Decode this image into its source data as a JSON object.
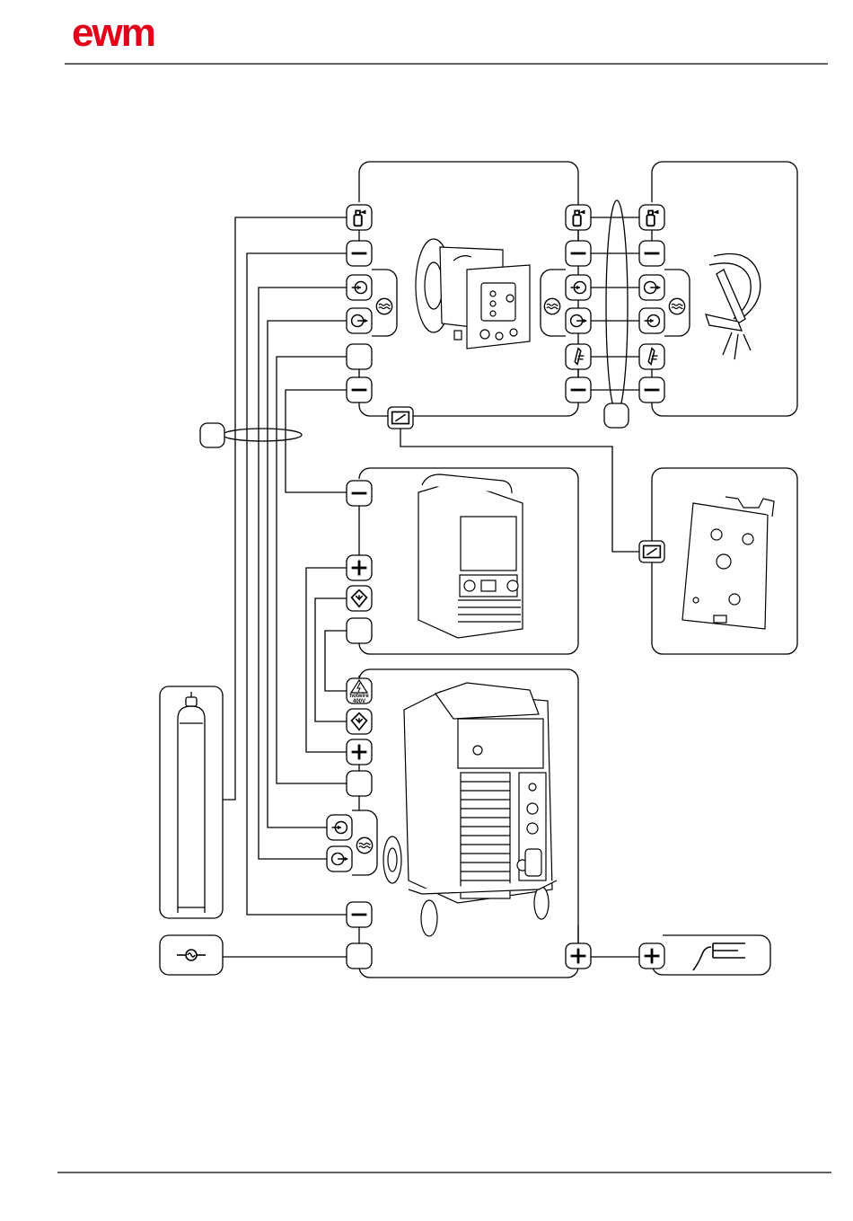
{
  "header": {
    "logo_text": "ewm"
  },
  "colors": {
    "brand": "#e3001b",
    "line": "#000000",
    "frame": "#000000"
  },
  "warning_label": {
    "line1": "hotwire",
    "line2": "400V"
  },
  "components": [
    "wire-feeder",
    "torch",
    "remote-control",
    "hotwire-power-source",
    "main-power-source",
    "gas-cylinder",
    "mains-plug",
    "workpiece"
  ],
  "icons": [
    "gas-bottle-icon",
    "minus-icon",
    "plus-icon",
    "coolant-supply-icon",
    "coolant-return-icon",
    "coolant-icon",
    "torch-icon",
    "remote-control-icon",
    "sensor-icon",
    "hotwire-warning-icon",
    "ac-plug-icon",
    "workpiece-icon"
  ]
}
